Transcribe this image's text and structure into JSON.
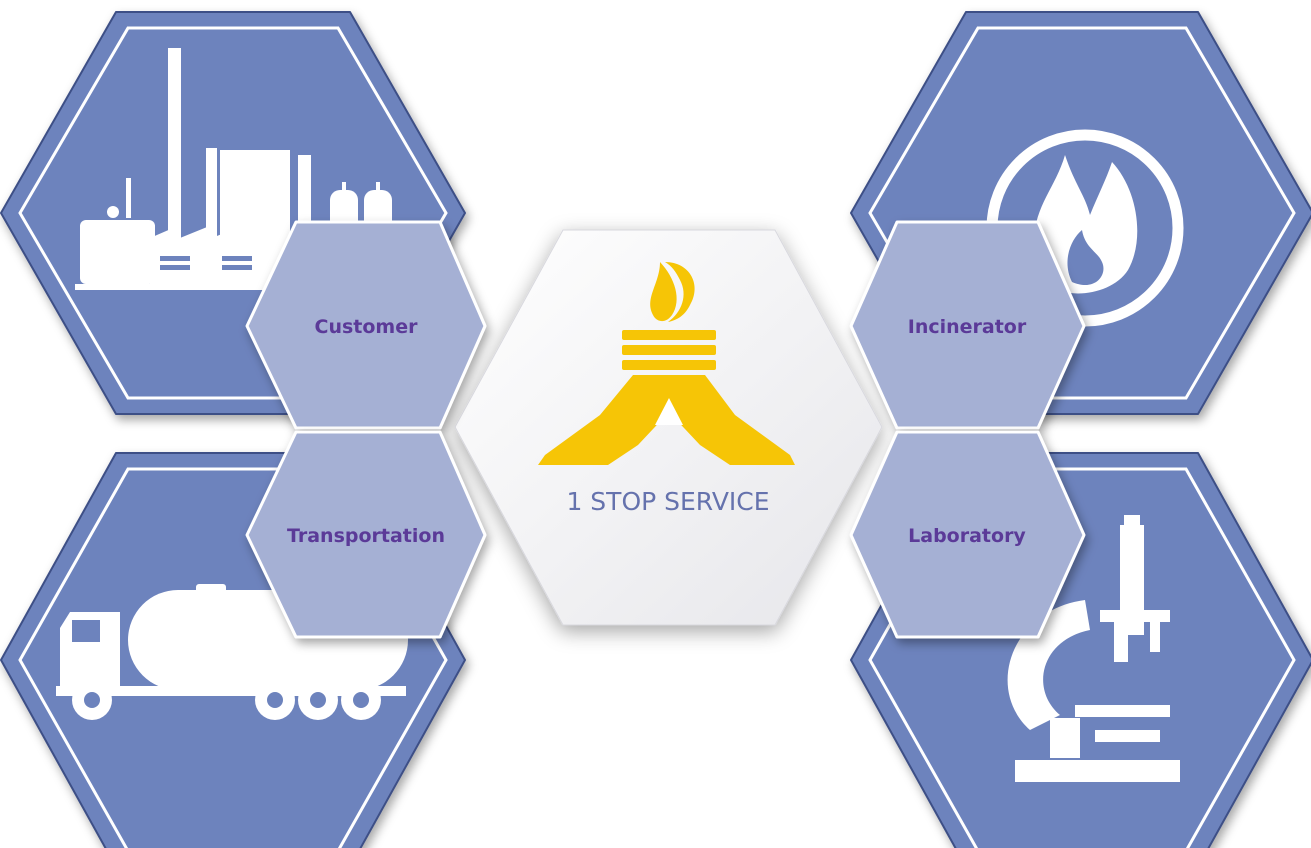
{
  "colors": {
    "big_hex": "#6d83bd",
    "big_hex_dark": "#3e4f86",
    "small_hex": "#a5b0d4",
    "small_hex_edge": "#ffffff",
    "label_text": "#5b3a98",
    "center_fill": "#f1f1f3",
    "center_text": "#6572ad",
    "logo": "#f6c506",
    "white": "#ffffff"
  },
  "center": {
    "label": "1 STOP SERVICE",
    "logo_icon": "flame-arch-logo-icon"
  },
  "nodes": [
    {
      "id": "customer",
      "label": "Customer",
      "icon": "factory-icon"
    },
    {
      "id": "transportation",
      "label": "Transportation",
      "icon": "tanker-truck-icon"
    },
    {
      "id": "incinerator",
      "label": "Incinerator",
      "icon": "flame-icon"
    },
    {
      "id": "laboratory",
      "label": "Laboratory",
      "icon": "microscope-icon"
    }
  ]
}
